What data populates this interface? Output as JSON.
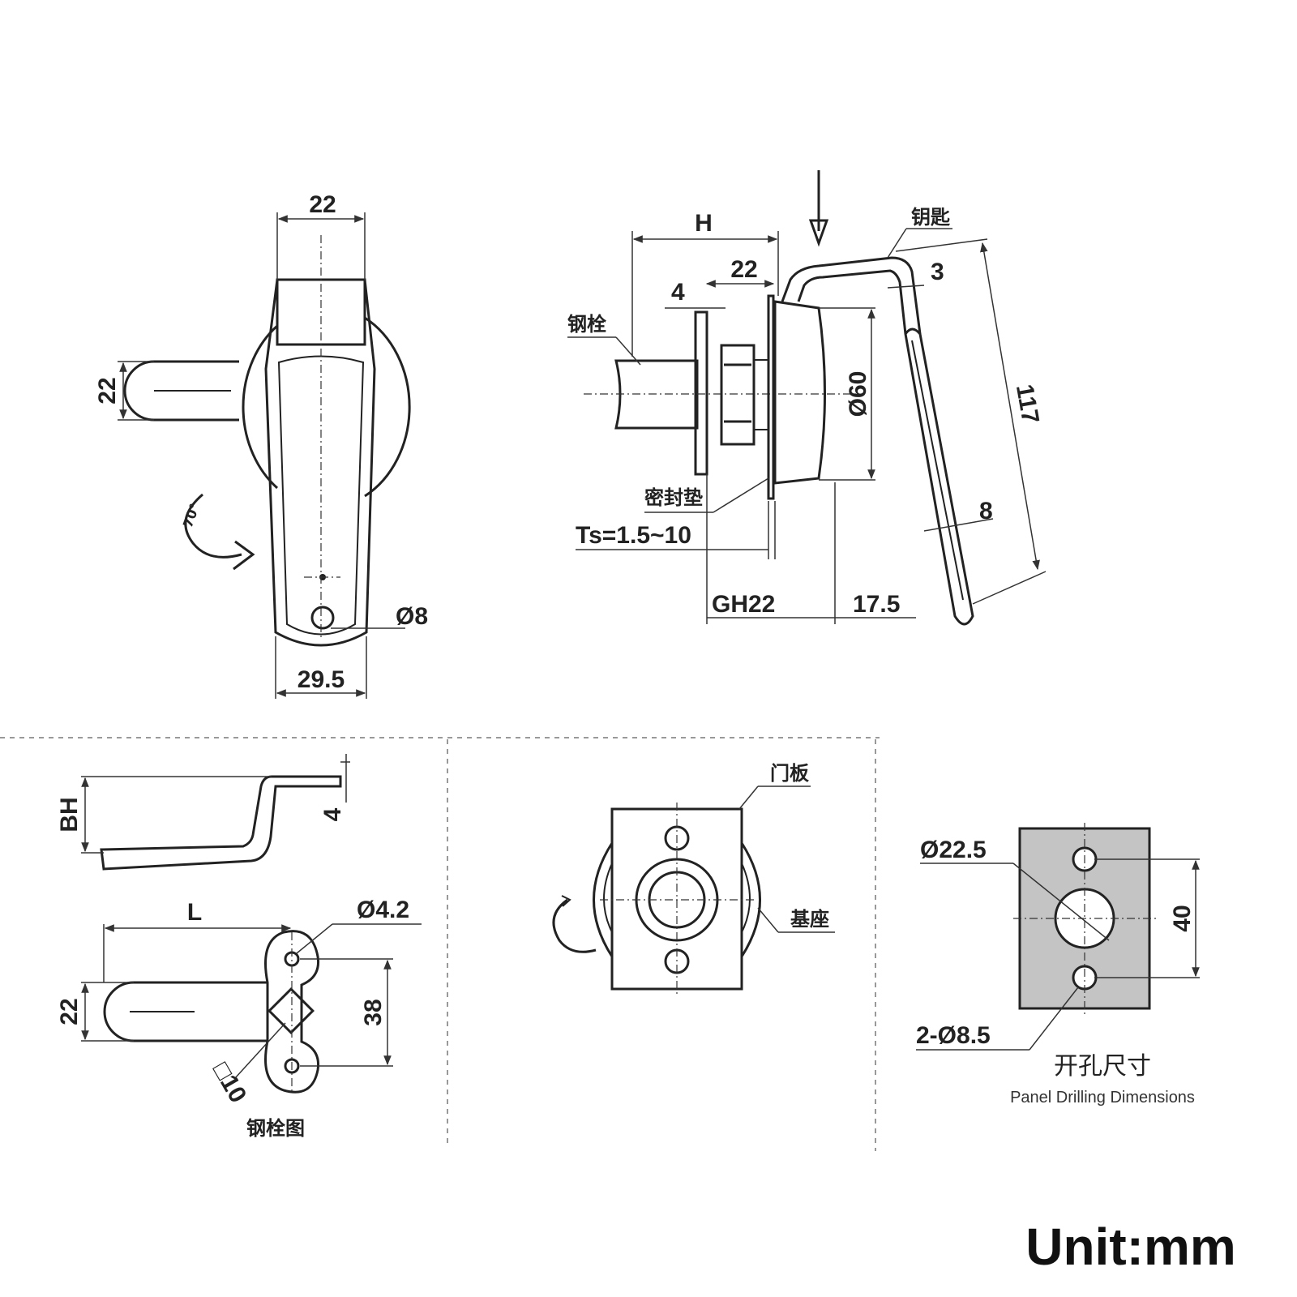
{
  "top_left_view": {
    "dim_top_width": "22",
    "dim_bolt_width": "22",
    "dim_hole": "Ø8",
    "dim_bottom_width": "29.5",
    "rotation_label": "70°"
  },
  "top_right_view": {
    "dim_H": "H",
    "dim_22": "22",
    "dim_4": "4",
    "dim_3": "3",
    "dim_diameter": "Ø60",
    "dim_length": "117",
    "dim_8": "8",
    "dim_Ts": "Ts=1.5~10",
    "dim_GH": "GH22",
    "dim_17_5": "17.5",
    "label_key": "钥匙",
    "label_bolt": "钢栓",
    "label_gasket": "密封垫"
  },
  "bottom_left_view": {
    "dim_BH": "BH",
    "dim_4": "4",
    "dim_L": "L",
    "dim_hole": "Ø4.2",
    "dim_22": "22",
    "dim_38": "38",
    "dim_square": "□10",
    "caption": "钢栓图"
  },
  "bottom_middle_view": {
    "label_door_panel": "门板",
    "label_base": "基座"
  },
  "bottom_right_view": {
    "dim_center_hole": "Ø22.5",
    "dim_40": "40",
    "dim_holes": "2-Ø8.5",
    "caption_cn": "开孔尺寸",
    "caption_en": "Panel Drilling Dimensions"
  },
  "unit_label": "Unit:mm",
  "colors": {
    "line": "#222222",
    "panel_fill": "#c4c4c4",
    "divider": "#999999"
  }
}
